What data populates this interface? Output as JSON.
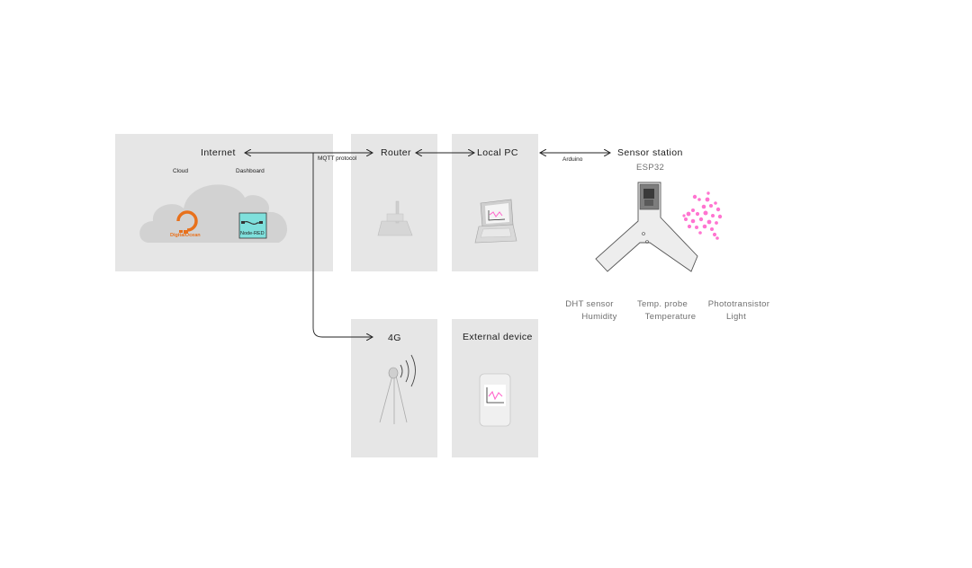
{
  "nodes": {
    "internet": "Internet",
    "router": "Router",
    "local_pc": "Local PC",
    "sensor_station": "Sensor station",
    "fourg": "4G",
    "external_device": "External device"
  },
  "cloud": {
    "cloud_label": "Cloud",
    "dashboard_label": "Dashboard",
    "digitalocean_logo": "DigitalOcean",
    "nodered_logo": "Node-RED"
  },
  "links": {
    "mqtt": "MQTT protocol",
    "arduino": "Arduino"
  },
  "sensor": {
    "board": "ESP32",
    "sensors": [
      {
        "name": "DHT sensor",
        "measures": "Humidity"
      },
      {
        "name": "Temp. probe",
        "measures": "Temperature"
      },
      {
        "name": "Phototransistor",
        "measures": "Light"
      }
    ]
  },
  "colors": {
    "panel": "#e6e6e6",
    "accent_pink": "#ff66cc",
    "digitalocean_orange": "#e8711c",
    "nodered_teal": "#7fe0dc"
  }
}
